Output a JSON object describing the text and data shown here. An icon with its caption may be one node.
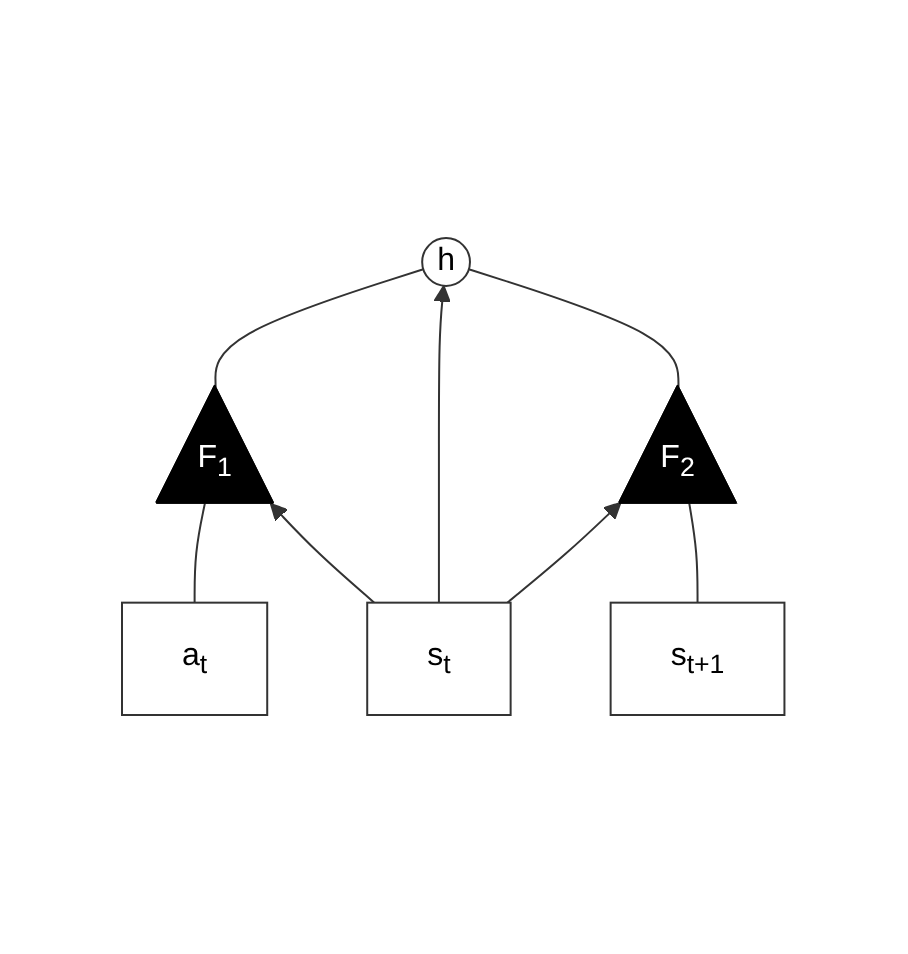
{
  "diagram": {
    "nodes": [
      {
        "text": [
          "a$_{t}$"
        ]
      },
      {
        "text": [
          "h"
        ]
      },
      {
        "text": [
          "F$_{1}$"
        ]
      },
      {
        "text": [
          "F$_{2}$"
        ]
      },
      {
        "text": [
          "s$_{t}$"
        ]
      },
      {
        "text": [
          "s$_{t+1}$"
        ]
      }
    ],
    "edges": [
      {
        "from": 0,
        "to": 2,
        "arrow": "none"
      },
      {
        "from": 4,
        "to": 2,
        "arrow": "to"
      },
      {
        "from": 2,
        "to": 1,
        "arrow": "none"
      },
      {
        "from": 4,
        "to": 1,
        "arrow": "to"
      },
      {
        "from": 4,
        "to": 3,
        "arrow": "to"
      },
      {
        "from": 5,
        "to": 3,
        "arrow": "none"
      },
      {
        "from": 3,
        "to": 1,
        "arrow": "none"
      }
    ]
  }
}
